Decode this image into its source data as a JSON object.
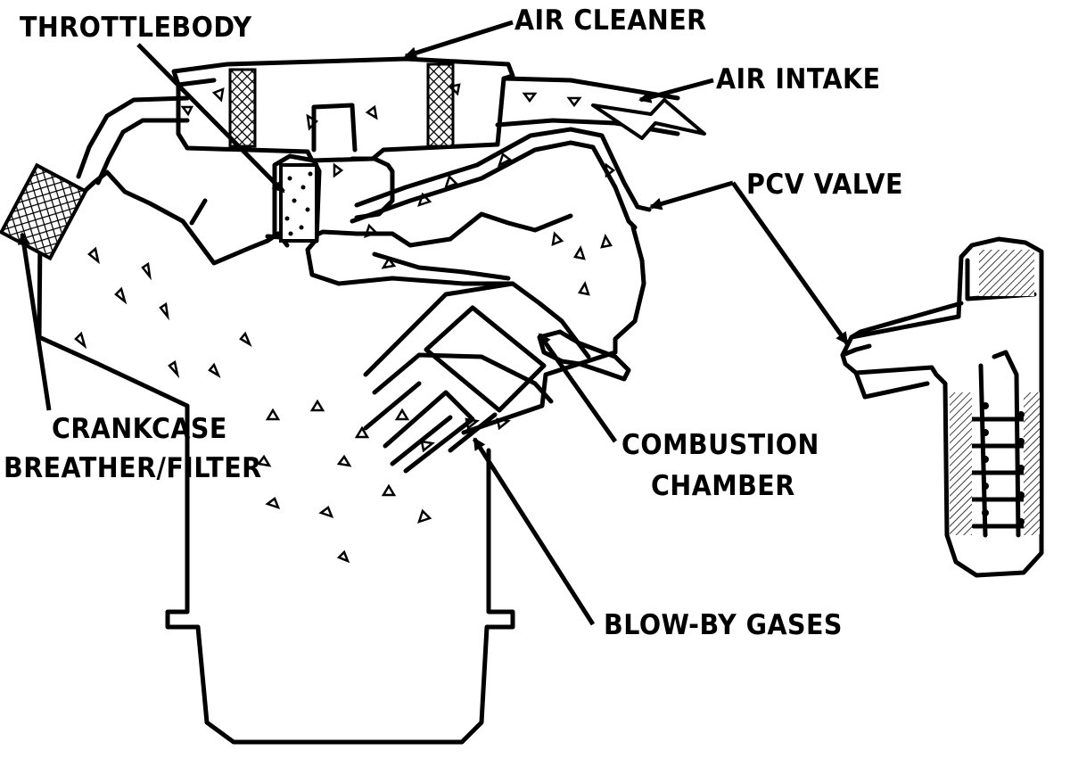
{
  "diagram": {
    "labels": {
      "throttlebody": "THROTTLEBODY",
      "air_cleaner": "AIR CLEANER",
      "air_intake": "AIR INTAKE",
      "pcv_valve": "PCV VALVE",
      "crankcase_line1": "CRANKCASE",
      "crankcase_line2": "BREATHER/FILTER",
      "combustion_line1": "COMBUSTION",
      "combustion_line2": "CHAMBER",
      "blow_by": "BLOW-BY GASES"
    },
    "colors": {
      "ink": "#000000",
      "paper": "#ffffff"
    }
  }
}
